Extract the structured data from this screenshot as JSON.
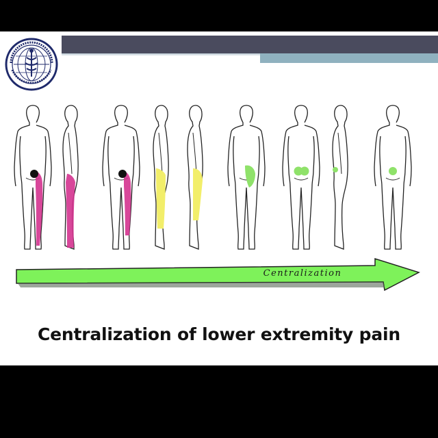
{
  "slide": {
    "caption": "Centralization of lower extremity pain",
    "arrow_label": "Centralization",
    "logo_text": "THE McKENZIE INSTITUTE INTERNATIONAL"
  },
  "colors": {
    "magenta": "#d4338f",
    "yellow": "#f2ee6a",
    "green": "#8fe26a",
    "arrow_fill": "#7ef25a",
    "header_dark": "#4a4b5e",
    "header_light": "#8fb1bf",
    "logo_navy": "#1f2a6b"
  },
  "figures": [
    {
      "view": "back",
      "pain": "buttock-leg-to-ankle",
      "color": "magenta"
    },
    {
      "view": "side",
      "pain": "buttock-leg-to-ankle",
      "color": "magenta"
    },
    {
      "view": "back",
      "pain": "buttock-to-calf",
      "color": "magenta"
    },
    {
      "view": "side",
      "pain": "thigh",
      "color": "yellow"
    },
    {
      "view": "side",
      "pain": "buttock-thigh",
      "color": "yellow"
    },
    {
      "view": "back",
      "pain": "buttock",
      "color": "green"
    },
    {
      "view": "back",
      "pain": "lower-back-bilateral",
      "color": "green"
    },
    {
      "view": "side",
      "pain": "lower-back",
      "color": "green"
    },
    {
      "view": "back",
      "pain": "lower-back-central",
      "color": "green"
    }
  ]
}
